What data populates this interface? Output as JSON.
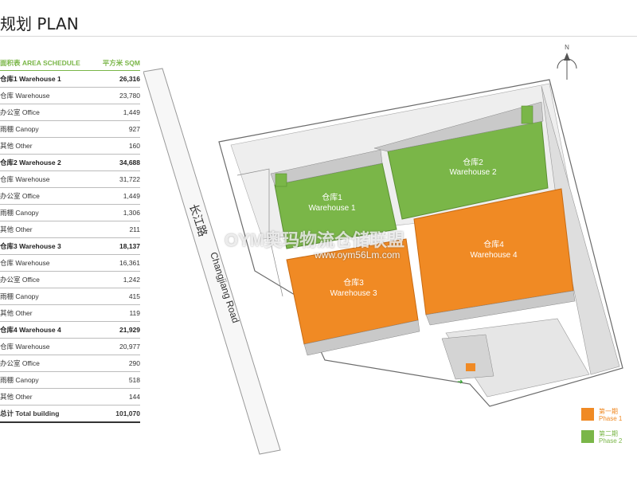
{
  "title": "规划 PLAN",
  "schedule": {
    "header_label": "面积表 AREA SCHEDULE",
    "header_unit": "平方米 SQM",
    "rows": [
      {
        "label": "仓库1 Warehouse 1",
        "value": "26,316",
        "kind": "group"
      },
      {
        "label": "仓库 Warehouse",
        "value": "23,780",
        "kind": "item"
      },
      {
        "label": "办公室 Office",
        "value": "1,449",
        "kind": "item"
      },
      {
        "label": "雨棚 Canopy",
        "value": "927",
        "kind": "item"
      },
      {
        "label": "其他 Other",
        "value": "160",
        "kind": "item"
      },
      {
        "label": "仓库2 Warehouse 2",
        "value": "34,688",
        "kind": "group"
      },
      {
        "label": "仓库 Warehouse",
        "value": "31,722",
        "kind": "item"
      },
      {
        "label": "办公室 Office",
        "value": "1,449",
        "kind": "item"
      },
      {
        "label": "雨棚 Canopy",
        "value": "1,306",
        "kind": "item"
      },
      {
        "label": "其他 Other",
        "value": "211",
        "kind": "item"
      },
      {
        "label": "仓库3 Warehouse 3",
        "value": "18,137",
        "kind": "group"
      },
      {
        "label": "仓库 Warehouse",
        "value": "16,361",
        "kind": "item"
      },
      {
        "label": "办公室 Office",
        "value": "1,242",
        "kind": "item"
      },
      {
        "label": "雨棚 Canopy",
        "value": "415",
        "kind": "item"
      },
      {
        "label": "其他 Other",
        "value": "119",
        "kind": "item"
      },
      {
        "label": "仓库4 Warehouse 4",
        "value": "21,929",
        "kind": "group"
      },
      {
        "label": "仓库 Warehouse",
        "value": "20,977",
        "kind": "item"
      },
      {
        "label": "办公室 Office",
        "value": "290",
        "kind": "item"
      },
      {
        "label": "雨棚 Canopy",
        "value": "518",
        "kind": "item"
      },
      {
        "label": "其他 Other",
        "value": "144",
        "kind": "item"
      },
      {
        "label": "总计 Total building",
        "value": "101,070",
        "kind": "total"
      }
    ]
  },
  "plan": {
    "road": {
      "cn": "长江路",
      "en": "Changjiang Road"
    },
    "north_label": "N",
    "warehouses": {
      "w1": {
        "cn": "仓库1",
        "en": "Warehouse 1"
      },
      "w2": {
        "cn": "仓库2",
        "en": "Warehouse 2"
      },
      "w3": {
        "cn": "仓库3",
        "en": "Warehouse 3"
      },
      "w4": {
        "cn": "仓库4",
        "en": "Warehouse 4"
      }
    }
  },
  "legend": {
    "phase1": {
      "cn": "第一期",
      "en": "Phase 1",
      "color": "#f08a24"
    },
    "phase2": {
      "cn": "第二期",
      "en": "Phase 2",
      "color": "#7ab648"
    }
  },
  "watermark": {
    "text": "OYM奥玛物流仓储联盟",
    "url": "www.oym56Lm.com"
  }
}
